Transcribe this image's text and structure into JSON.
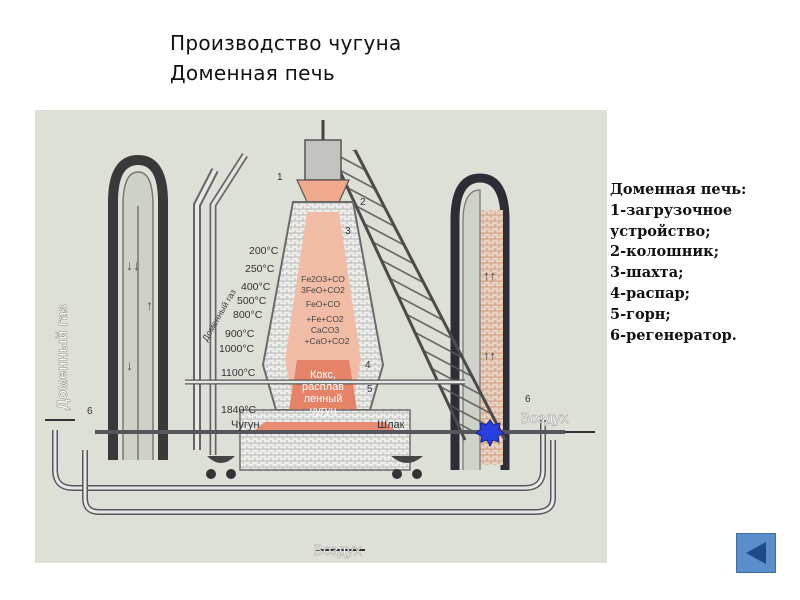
{
  "title": {
    "line1": "Производство чугуна",
    "line2": "Доменная печь"
  },
  "legend": {
    "heading": "Доменная печь:",
    "items": [
      "1-загрузочное",
      "устройство;",
      "2-колошник;",
      "3-шахта;",
      "4-распар;",
      "5-горн;",
      "6-регенератор."
    ]
  },
  "diagram": {
    "gas_label": "Доменный газ",
    "gas_label_small": "Доменный газ",
    "temps": [
      "200°С",
      "250°С",
      "400°С",
      "500°С",
      "800°С",
      "900°С",
      "1000°С",
      "1100°С",
      "1840°С"
    ],
    "reactions": [
      "Fe2O3+CO",
      "3FeO+CO2",
      "FeO+CO",
      "+Fe+CO2",
      "CaCO3",
      "+CaO+CO2"
    ],
    "core_text": [
      "Кокс,",
      "расплав",
      "ленный",
      "чугун"
    ],
    "iron": "Чугун",
    "slag": "Шлак",
    "air_right": "Воздух",
    "air_bottom": "Воздух",
    "numbers": [
      "1",
      "2",
      "3",
      "4",
      "5",
      "6",
      "6"
    ]
  },
  "nav": {
    "back_icon": "triangle-left-icon"
  }
}
